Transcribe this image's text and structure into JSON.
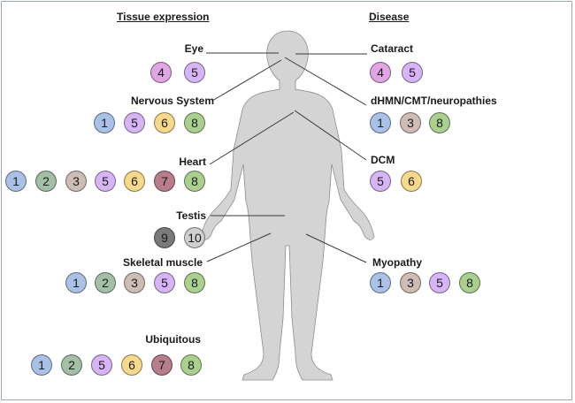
{
  "headings": {
    "tissue": "Tissue expression",
    "disease": "Disease"
  },
  "colors": {
    "1": "#a9c1e6",
    "2": "#a3bfa6",
    "3": "#cdbdb4",
    "4": "#dfa6e3",
    "5": "#d7b4f5",
    "6": "#f7d98c",
    "7": "#b77d8a",
    "8": "#a9d08f",
    "9": "#7a7a7a",
    "10": "#cfcfcf",
    "body": "#d4d4d4",
    "frame": "#9aa6b8"
  },
  "tissues": [
    {
      "label": "Eye",
      "numbers": [
        "4",
        "5"
      ]
    },
    {
      "label": "Nervous System",
      "numbers": [
        "1",
        "5",
        "6",
        "8"
      ]
    },
    {
      "label": "Heart",
      "numbers": [
        "1",
        "2",
        "3",
        "5",
        "6",
        "7",
        "8"
      ]
    },
    {
      "label": "Testis",
      "numbers": [
        "9",
        "10"
      ]
    },
    {
      "label": "Skeletal muscle",
      "numbers": [
        "1",
        "2",
        "3",
        "5",
        "8"
      ]
    },
    {
      "label": "Ubiquitous",
      "numbers": [
        "1",
        "2",
        "5",
        "6",
        "7",
        "8"
      ]
    }
  ],
  "diseases": [
    {
      "label": "Cataract",
      "numbers": [
        "4",
        "5"
      ]
    },
    {
      "label": "dHMN/CMT/neuropathies",
      "numbers": [
        "1",
        "3",
        "8"
      ]
    },
    {
      "label": "DCM",
      "numbers": [
        "5",
        "6"
      ]
    },
    {
      "label": "Myopathy",
      "numbers": [
        "1",
        "3",
        "5",
        "8"
      ]
    }
  ]
}
